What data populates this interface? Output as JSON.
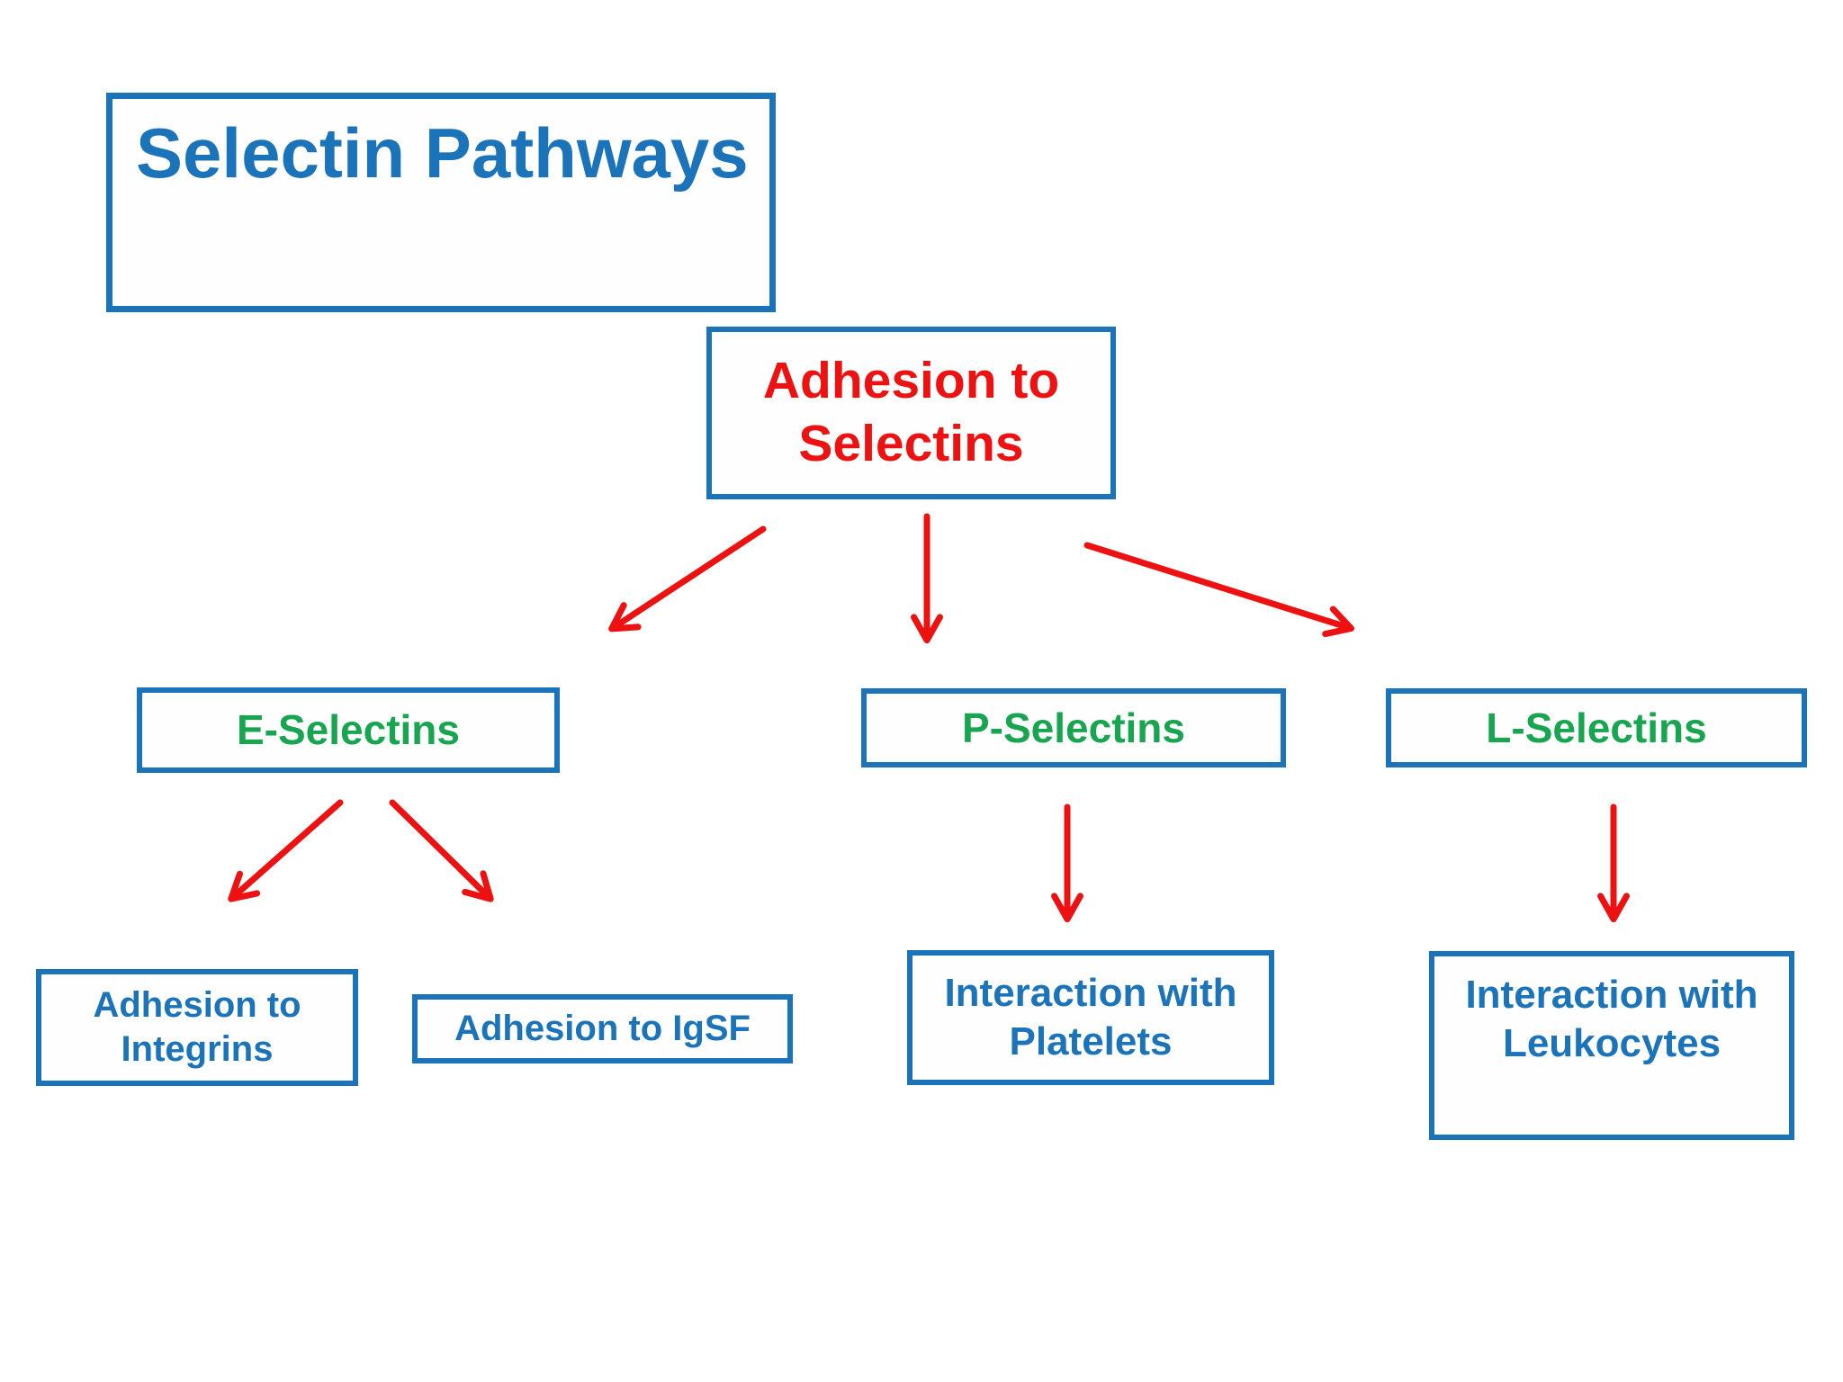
{
  "title": {
    "label": "Selectin Pathways"
  },
  "palette": {
    "box_border_blue": "#1b74ba",
    "blue_text": "#1b74ba",
    "red_text": "#ee1111",
    "green_text": "#17a550",
    "arrow_red": "#ee1111",
    "background": "#ffffff"
  },
  "nodes": {
    "root": {
      "label": "Adhesion to\nSelectins"
    },
    "e_selectins": {
      "label": "E-Selectins"
    },
    "p_selectins": {
      "label": "P-Selectins"
    },
    "l_selectins": {
      "label": "L-Selectins"
    },
    "adhesion_integrins": {
      "label": "Adhesion to\nIntegrins"
    },
    "adhesion_igsf": {
      "label": "Adhesion to IgSF"
    },
    "interaction_platelets": {
      "label": "Interaction with\nPlatelets"
    },
    "interaction_leukocytes": {
      "label": "Interaction with\nLeukocytes"
    }
  },
  "edges": [
    {
      "from": "Adhesion to Selectins",
      "to": "E-Selectins"
    },
    {
      "from": "Adhesion to Selectins",
      "to": "P-Selectins"
    },
    {
      "from": "Adhesion to Selectins",
      "to": "L-Selectins"
    },
    {
      "from": "E-Selectins",
      "to": "Adhesion to Integrins"
    },
    {
      "from": "E-Selectins",
      "to": "Adhesion to IgSF"
    },
    {
      "from": "P-Selectins",
      "to": "Interaction with Platelets"
    },
    {
      "from": "L-Selectins",
      "to": "Interaction with Leukocytes"
    }
  ]
}
